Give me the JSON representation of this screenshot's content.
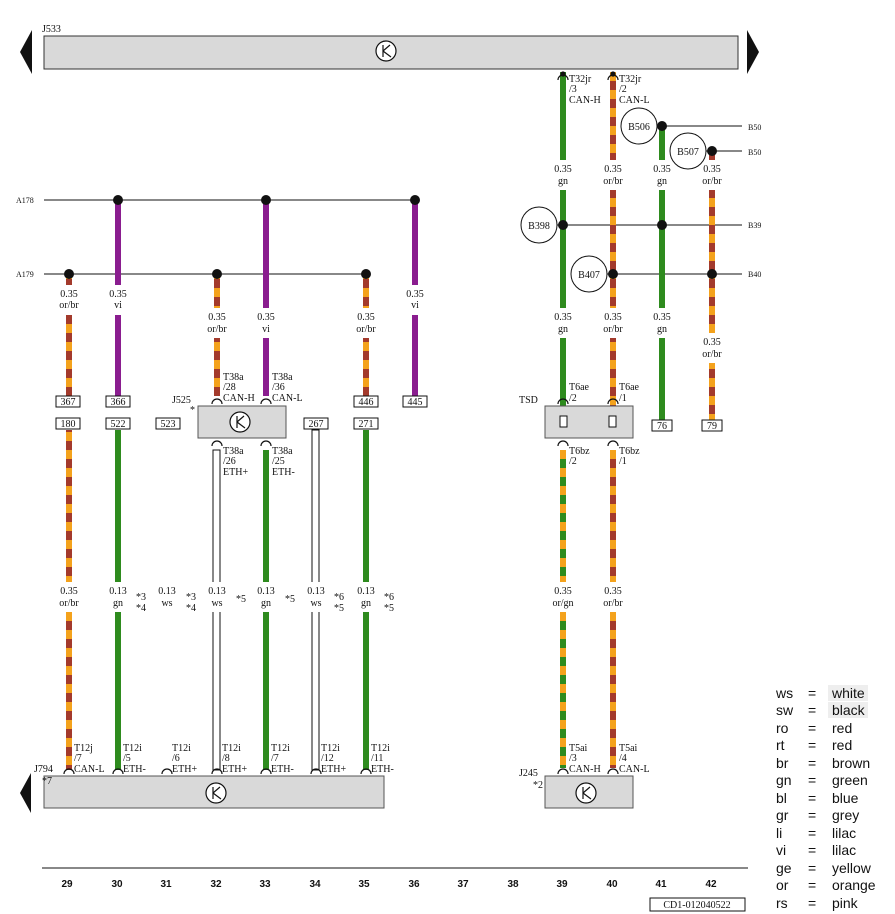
{
  "modules": {
    "top": "J533",
    "left_bottom": "J794",
    "j525": "J525",
    "tsd": "TSD",
    "right_bottom": "J245",
    "j525_star": "*",
    "j794_star": "*7",
    "j245_star": "*2"
  },
  "buses": [
    {
      "label": "A178"
    },
    {
      "label": "A179"
    },
    {
      "label": "B50"
    },
    {
      "label": "B50"
    },
    {
      "label": "B39"
    },
    {
      "label": "B40"
    }
  ],
  "splices": [
    "B506",
    "B507",
    "B398",
    "B407"
  ],
  "connectors": {
    "top": [
      {
        "pin": "T32jr",
        "num": "/3",
        "sig": "CAN-H"
      },
      {
        "pin": "T32jr",
        "num": "/2",
        "sig": "CAN-L"
      }
    ],
    "j525_top": [
      {
        "pin": "T38a",
        "num": "/28",
        "sig": "CAN-H"
      },
      {
        "pin": "T38a",
        "num": "/36",
        "sig": "CAN-L"
      }
    ],
    "j525_bottom": [
      {
        "pin": "T38a",
        "num": "/26",
        "sig": "ETH+"
      },
      {
        "pin": "T38a",
        "num": "/25",
        "sig": "ETH-"
      }
    ],
    "tsd_top": [
      {
        "pin": "T6ae",
        "num": "/2"
      },
      {
        "pin": "T6ae",
        "num": "/1"
      }
    ],
    "tsd_bottom": [
      {
        "pin": "T6bz",
        "num": "/2"
      },
      {
        "pin": "T6bz",
        "num": "/1"
      }
    ],
    "j794": [
      {
        "pin": "T12j",
        "num": "/7",
        "sig": "CAN-L"
      },
      {
        "pin": "T12i",
        "num": "/5",
        "sig": "ETH-"
      },
      {
        "pin": "T12i",
        "num": "/6",
        "sig": "ETH+"
      },
      {
        "pin": "T12i",
        "num": "/8",
        "sig": "ETH+"
      },
      {
        "pin": "T12i",
        "num": "/7",
        "sig": "ETH-"
      },
      {
        "pin": "T12i",
        "num": "/12",
        "sig": "ETH+"
      },
      {
        "pin": "T12i",
        "num": "/11",
        "sig": "ETH-"
      }
    ],
    "j245": [
      {
        "pin": "T5ai",
        "num": "/3",
        "sig": "CAN-H"
      },
      {
        "pin": "T5ai",
        "num": "/4",
        "sig": "CAN-L"
      }
    ]
  },
  "wire_specs": {
    "c29_top": {
      "size": "0.35",
      "color": "or/br"
    },
    "c30_top": {
      "size": "0.35",
      "color": "vi"
    },
    "c32_top": {
      "size": "0.35",
      "color": "or/br"
    },
    "c33_top": {
      "size": "0.35",
      "color": "vi"
    },
    "c35_top": {
      "size": "0.35",
      "color": "or/br"
    },
    "c36_top": {
      "size": "0.35",
      "color": "vi"
    },
    "c39_up": {
      "size": "0.35",
      "color": "gn"
    },
    "c40_up": {
      "size": "0.35",
      "color": "or/br"
    },
    "c41_up": {
      "size": "0.35",
      "color": "gn"
    },
    "c42_up": {
      "size": "0.35",
      "color": "or/br"
    },
    "c39_mid": {
      "size": "0.35",
      "color": "gn"
    },
    "c40_mid": {
      "size": "0.35",
      "color": "or/br"
    },
    "c41_mid": {
      "size": "0.35",
      "color": "gn"
    },
    "c42_mid": {
      "size": "0.35",
      "color": "or/br"
    },
    "c29_bot": {
      "size": "0.35",
      "color": "or/br"
    },
    "c30_bot": {
      "size": "0.13",
      "color": "gn"
    },
    "c31_bot": {
      "size": "0.13",
      "color": "ws"
    },
    "c32_bot": {
      "size": "0.13",
      "color": "ws"
    },
    "c33_bot": {
      "size": "0.13",
      "color": "gn"
    },
    "c34_bot": {
      "size": "0.13",
      "color": "ws"
    },
    "c35_bot": {
      "size": "0.13",
      "color": "gn"
    },
    "c39_bot": {
      "size": "0.35",
      "color": "or/gn"
    },
    "c40_bot": {
      "size": "0.35",
      "color": "or/br"
    }
  },
  "notes": {
    "n30a": "*3",
    "n30b": "*4",
    "n32a": "*3",
    "n32b": "*4",
    "n33": "*5",
    "n34": "*5",
    "n35a": "*6",
    "n35b": "*5",
    "n36a": "*6",
    "n36b": "*5"
  },
  "refs": {
    "r367": "367",
    "r366": "366",
    "r446": "446",
    "r445": "445",
    "r180": "180",
    "r522": "522",
    "r523": "523",
    "r267": "267",
    "r271": "271",
    "r76": "76",
    "r79": "79"
  },
  "columns": [
    "29",
    "30",
    "31",
    "32",
    "33",
    "34",
    "35",
    "36",
    "37",
    "38",
    "39",
    "40",
    "41",
    "42"
  ],
  "doc_id": "CD1-012040522",
  "legend": [
    {
      "code": "ws",
      "eq": "=",
      "name": "white"
    },
    {
      "code": "sw",
      "eq": "=",
      "name": "black"
    },
    {
      "code": "ro",
      "eq": "=",
      "name": "red"
    },
    {
      "code": "rt",
      "eq": "=",
      "name": "red"
    },
    {
      "code": "br",
      "eq": "=",
      "name": "brown"
    },
    {
      "code": "gn",
      "eq": "=",
      "name": "green"
    },
    {
      "code": "bl",
      "eq": "=",
      "name": "blue"
    },
    {
      "code": "gr",
      "eq": "=",
      "name": "grey"
    },
    {
      "code": "li",
      "eq": "=",
      "name": "lilac"
    },
    {
      "code": "vi",
      "eq": "=",
      "name": "lilac"
    },
    {
      "code": "ge",
      "eq": "=",
      "name": "yellow"
    },
    {
      "code": "or",
      "eq": "=",
      "name": "orange"
    },
    {
      "code": "rs",
      "eq": "=",
      "name": "pink"
    }
  ],
  "colors": {
    "green": "#2e8b1e",
    "violet": "#8a1d8f",
    "orange": "#f4a21c",
    "brown": "#a33a2c",
    "module": "#d9d9d9"
  }
}
